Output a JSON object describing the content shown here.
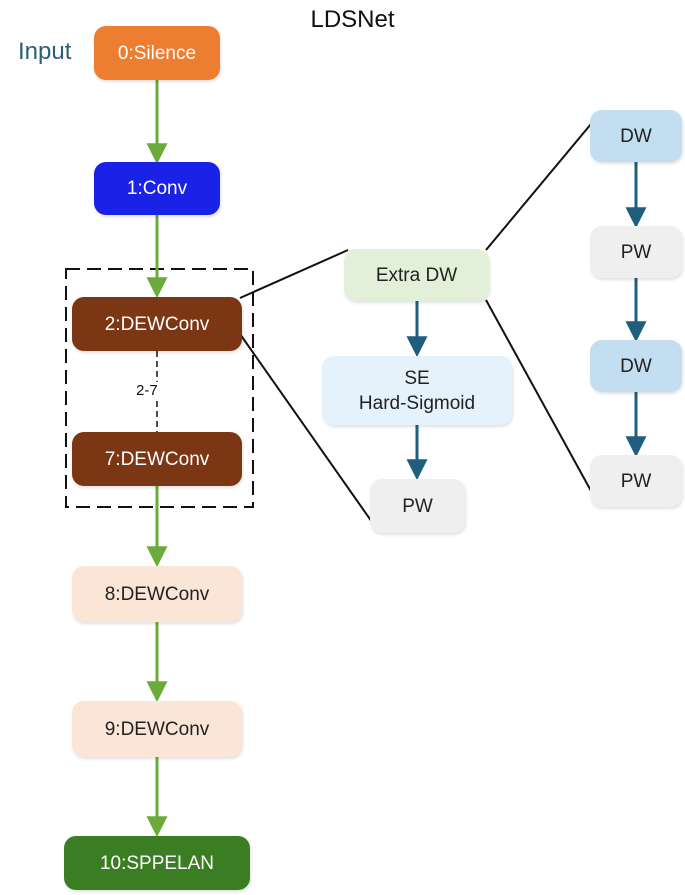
{
  "title": "LDSNet",
  "input_label": "Input",
  "range_label": "2-7",
  "colors": {
    "green_arrow": "#6bab3c",
    "blue_arrow": "#1f5e7e",
    "silence": "#ed7d31",
    "conv": "#1a22e8",
    "dewconv_dark": "#7b3613",
    "dewconv_light": "#fbe5d6",
    "sppelan": "#3b7d23",
    "extra_dw": "#e2f0d9",
    "se": "#e5f2fb",
    "pw": "#efefef",
    "dw": "#c2def0"
  },
  "main_chain": [
    {
      "label": "0:Silence"
    },
    {
      "label": "1:Conv"
    },
    {
      "label": "2:DEWConv"
    },
    {
      "label": "7:DEWConv"
    },
    {
      "label": "8:DEWConv"
    },
    {
      "label": "9:DEWConv"
    },
    {
      "label": "10:SPPELAN"
    }
  ],
  "middle_branch": [
    {
      "label": "Extra DW"
    },
    {
      "label": "SE\nHard-Sigmoid"
    },
    {
      "label": "PW"
    }
  ],
  "right_branch": [
    {
      "label": "DW"
    },
    {
      "label": "PW"
    },
    {
      "label": "DW"
    },
    {
      "label": "PW"
    }
  ]
}
